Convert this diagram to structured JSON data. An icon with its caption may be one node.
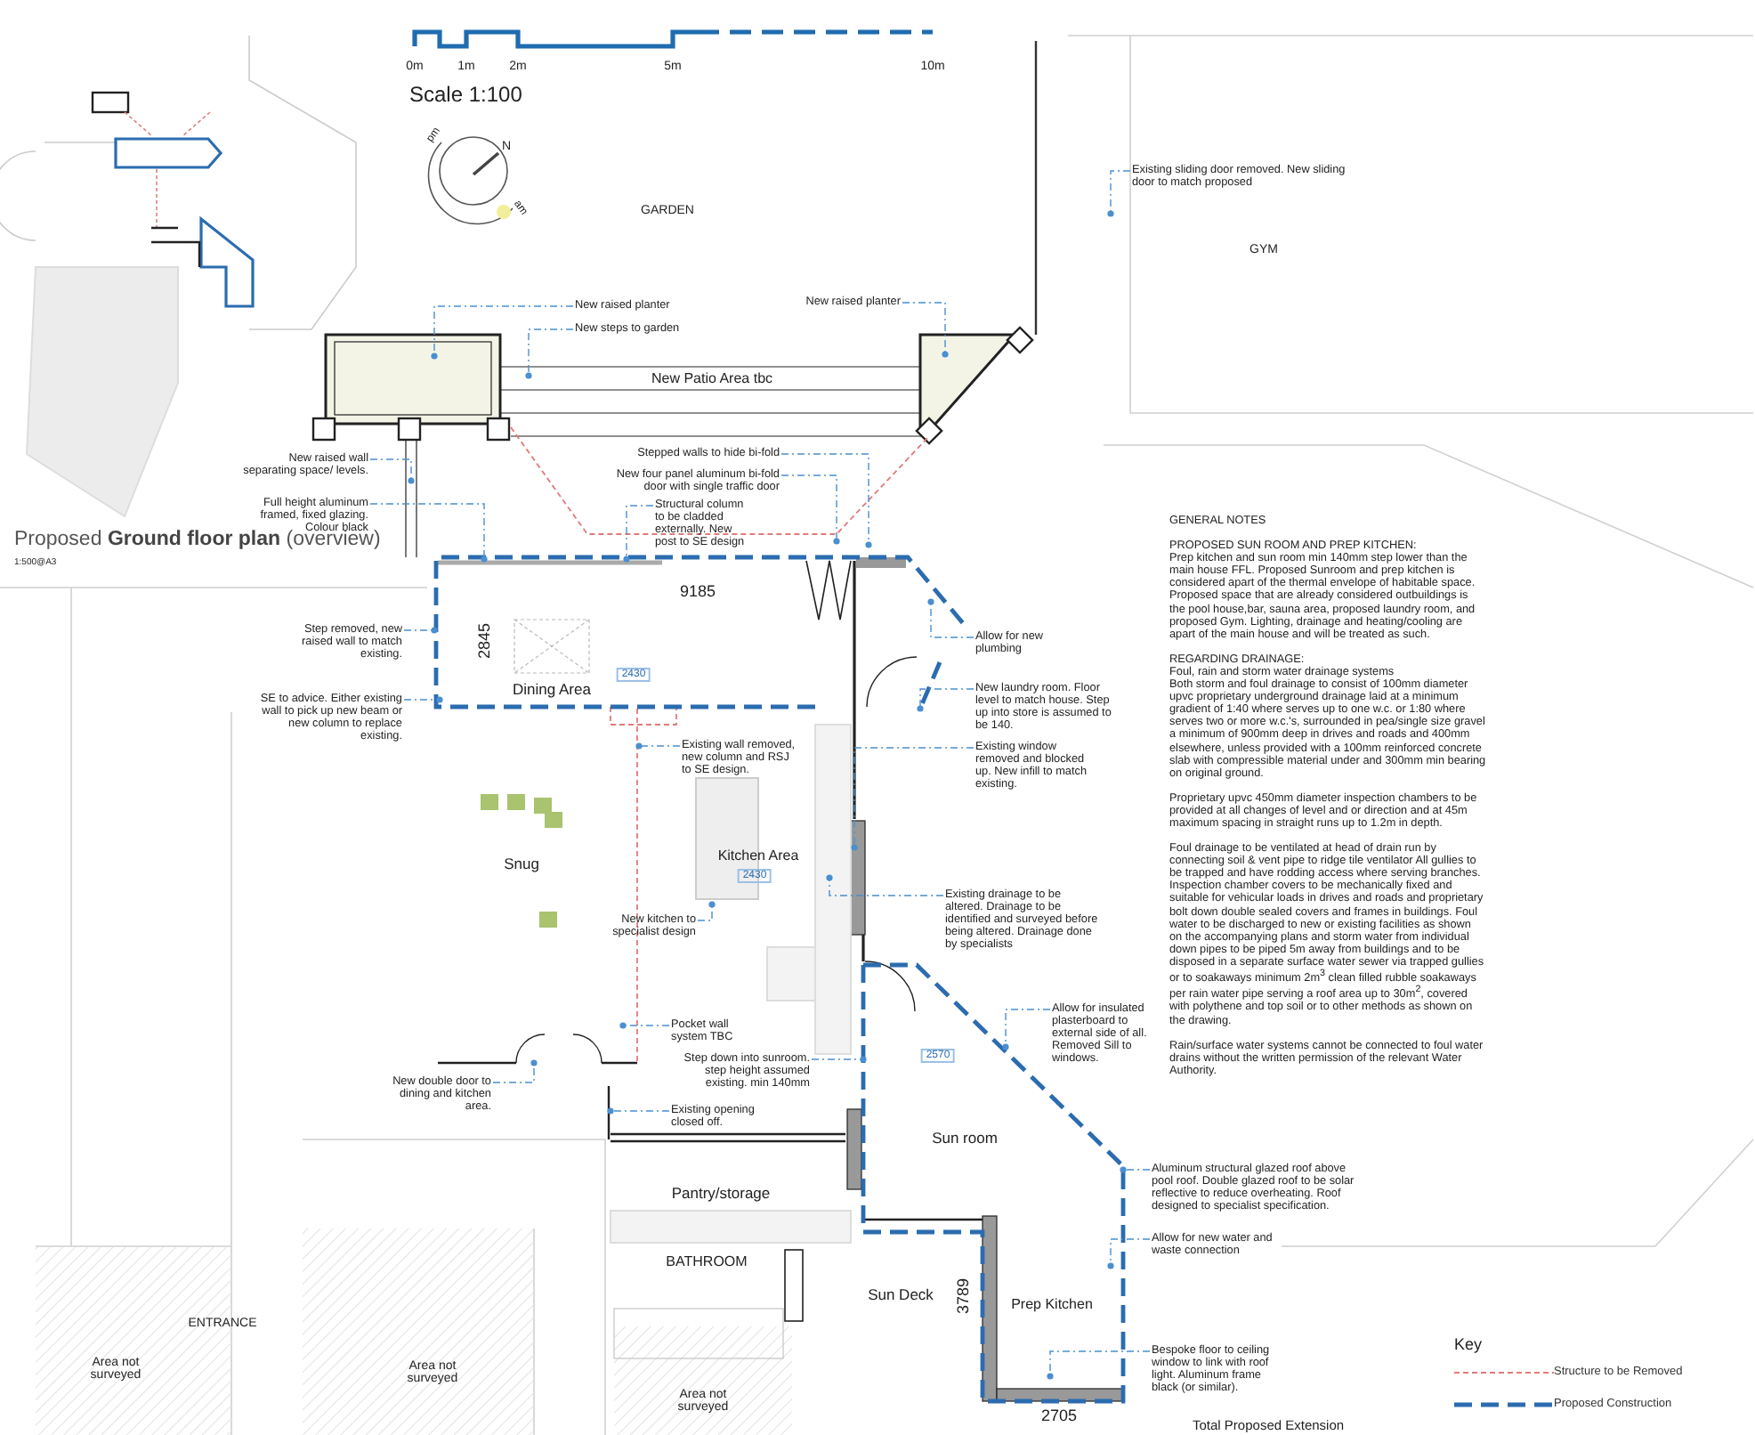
{
  "diagram": {
    "title": "Proposed **Ground floor plan** (overview)",
    "nodes": [
      {
        "text": [
          "New raised planter"
        ]
      },
      {
        "text": [
          "New steps to garden"
        ]
      },
      {
        "text": [
          "New raised planter"
        ]
      },
      {
        "text": [
          "Existing sliding door removed. New sliding door to match proposed"
        ]
      },
      {
        "text": [
          "New raised wall separating space/ levels."
        ]
      },
      {
        "text": [
          "Full height aluminum framed, fixed glazing. Colour black"
        ]
      },
      {
        "text": [
          "Stepped walls to hide bi-fold"
        ]
      },
      {
        "text": [
          "New four panel aluminum bi-fold door with single traffic door"
        ]
      },
      {
        "text": [
          "Structural column to be cladded externally. New post to SE design"
        ]
      },
      {
        "text": [
          "Allow for new plumbing"
        ]
      },
      {
        "text": [
          "Step removed, new raised wall to match existing."
        ]
      },
      {
        "text": [
          "SE to advice. Either existing wall to pick up new beam or new column to replace existing."
        ]
      },
      {
        "text": [
          "New laundry room. Floor level to match house. Step up into store is assumed to be 140."
        ]
      },
      {
        "text": [
          "Existing window removed and blocked up. New infill to match existing."
        ]
      },
      {
        "text": [
          "Existing wall removed, new column and RSJ to SE design."
        ]
      },
      {
        "text": [
          "Existing drainage to be altered. Drainage to be identified and surveyed before being altered. Drainage done by specialists"
        ]
      },
      {
        "text": [
          "New kitchen to specialist design"
        ]
      },
      {
        "text": [
          "Pocket wall system TBC"
        ]
      },
      {
        "text": [
          "Allow for insulated plasterboard to external side of all. Removed Sill to windows."
        ]
      },
      {
        "text": [
          "Step down into sunroom. step height assumed existing. min 140mm"
        ]
      },
      {
        "text": [
          "New double door to dining and kitchen area."
        ]
      },
      {
        "text": [
          "Existing opening closed off."
        ]
      },
      {
        "text": [
          "Aluminum structural glazed roof above pool roof. Double glazed roof to be solar reflective to reduce overheating. Roof designed to specialist specification."
        ]
      },
      {
        "text": [
          "Allow for new water and waste connection"
        ]
      },
      {
        "text": [
          "Bespoke floor to ceiling window to link with roof light. Aluminum frame black (or similar)."
        ]
      }
    ],
    "edges": [
      {
        "from": 0,
        "to": null,
        "arrow": "other"
      },
      {
        "from": 1,
        "to": null,
        "arrow": "other"
      },
      {
        "from": 2,
        "to": null,
        "arrow": "other"
      },
      {
        "from": 3,
        "to": null,
        "arrow": "other"
      },
      {
        "from": 4,
        "to": null,
        "arrow": "other"
      },
      {
        "from": 5,
        "to": null,
        "arrow": "other"
      },
      {
        "from": 6,
        "to": null,
        "arrow": "other"
      },
      {
        "from": 7,
        "to": null,
        "arrow": "other"
      },
      {
        "from": 8,
        "to": null,
        "arrow": "other"
      },
      {
        "from": 9,
        "to": null,
        "arrow": "other"
      },
      {
        "from": 10,
        "to": null,
        "arrow": "other"
      },
      {
        "from": 11,
        "to": null,
        "arrow": "other"
      },
      {
        "from": 12,
        "to": null,
        "arrow": "other"
      },
      {
        "from": 13,
        "to": null,
        "arrow": "other"
      },
      {
        "from": 14,
        "to": null,
        "arrow": "other"
      },
      {
        "from": 15,
        "to": null,
        "arrow": "other"
      },
      {
        "from": 16,
        "to": null,
        "arrow": "other"
      },
      {
        "from": 17,
        "to": null,
        "arrow": "other"
      },
      {
        "from": 18,
        "to": null,
        "arrow": "other"
      },
      {
        "from": 19,
        "to": null,
        "arrow": "other"
      },
      {
        "from": 20,
        "to": null,
        "arrow": "other"
      },
      {
        "from": 21,
        "to": null,
        "arrow": "other"
      },
      {
        "from": 22,
        "to": null,
        "arrow": "other"
      },
      {
        "from": 23,
        "to": null,
        "arrow": "other"
      },
      {
        "from": 24,
        "to": null,
        "arrow": "other"
      }
    ],
    "labels": [
      "0m",
      "1m",
      "2m",
      "5m",
      "10m",
      "Scale 1:100",
      "N",
      "pm",
      "am",
      "GARDEN",
      "GYM",
      "New Patio Area tbc",
      "1:500@A3",
      "9185",
      "2845",
      "2430",
      "Dining Area",
      "Snug",
      "Kitchen Area",
      "2430",
      "2570",
      "Sun room",
      "Pantry/storage",
      "BATHROOM",
      "Sun Deck",
      "3789",
      "Prep Kitchen",
      "ENTRANCE",
      "Area not surveyed",
      "Area not surveyed",
      "Area not surveyed",
      "2705",
      "Total Proposed Extension",
      "GENERAL NOTES",
      "PROPOSED SUN ROOM AND PREP KITCHEN:",
      "Prep kitchen and sun room min 140mm step lower than the main house FFL. Proposed Sunroom and prep kitchen is considered apart of the thermal envelope of habitable space. Proposed space that are already considered outbuildings is the pool house,bar, sauna area, proposed laundry room, and proposed Gym. Lighting, drainage and heating/cooling are apart of the main house and will be treated as such.",
      "REGARDING DRAINAGE:",
      "Foul, rain and storm water drainage systems",
      "Both storm and foul drainage to consist of 100mm diameter upvc proprietary underground drainage laid at a minimum gradient of 1:40 where serves up to one w.c. or 1:80 where serves two or more w.c.'s, surrounded in pea/single size gravel a minimum of 900mm deep in drives and roads and 400mm elsewhere, unless provided with a 100mm reinforced concrete slab with compressible material under and 300mm min bearing on original ground.",
      "Proprietary upvc 450mm diameter inspection chambers to be provided at all changes of level and or direction and at 45m maximum spacing in straight runs up to 1.2m in depth.",
      "Foul drainage to be ventilated at head of drain run by connecting soil & vent pipe to ridge tile ventilator All gullies to be trapped and have rodding access where serving branches. Inspection chamber covers to be mechanically fixed and suitable for vehicular loads in drives and roads and proprietary bolt down double sealed covers and frames in buildings. Foul water to be discharged to new or existing facilities as shown on the accompanying plans and storm water from individual down pipes to be piped 5m away from buildings and to be disposed in a separate surface water sewer via trapped gullies or to soakaways minimum 2m$^{3}$ clean filled rubble soakaways per rain water pipe serving a roof area up to 30m$^{2}$, covered with polythene and top soil or to other methods as shown on the drawing.",
      "Rain/surface water systems cannot be connected to foul water drains without the written permission of the relevant Water Authority.",
      "Key"
    ],
    "legend": [
      {
        "text": "Structure to be Removed"
      },
      {
        "text": "Proposed Construction"
      }
    ]
  }
}
